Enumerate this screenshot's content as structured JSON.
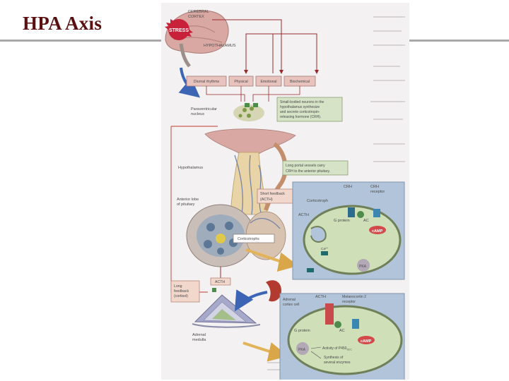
{
  "slide": {
    "title": "HPA Axis"
  },
  "figure": {
    "cortex_label_1": "CEREBRAL",
    "cortex_label_2": "CORTEX",
    "stress_label": "STRESS",
    "hypothalamus_top_label": "HYPOTHALAMUS",
    "inputs": [
      "Diurnal rhythms",
      "Physical",
      "Emotional",
      "Biochemical"
    ],
    "pvn_label_1": "Paraventricular",
    "pvn_label_2": "nucleus",
    "callout_crh_1": "Small-bodied neurons in the",
    "callout_crh_2": "hypothalamus synthesize",
    "callout_crh_3": "and secrete corticotropin-",
    "callout_crh_4": "releasing hormone (CRH).",
    "hypothalamus_label": "Hypothalamus",
    "callout_portal_1": "Long portal vessels carry",
    "callout_portal_2": "CRH to the anterior pituitary.",
    "short_feedback_1": "Short feedback",
    "short_feedback_2": "(ACTH)",
    "anterior_lobe_1": "Anterior lobe",
    "anterior_lobe_2": "of pituitary",
    "corticotrophs_label": "Corticotrophs",
    "acth_label": "ACTH",
    "long_feedback_1": "Long",
    "long_feedback_2": "feedback",
    "long_feedback_3": "(cortisol)",
    "adrenal_medulla_1": "Adrenal",
    "adrenal_medulla_2": "medulla",
    "cell1": {
      "crh": "CRH",
      "crh_receptor_1": "CRH",
      "crh_receptor_2": "receptor",
      "corticotroph": "Corticotroph",
      "acth": "ACTH",
      "g_protein": "G protein",
      "ac": "AC",
      "camp": "cAMP",
      "pka": "PKA",
      "ca": "Ca²⁺"
    },
    "cell2": {
      "adrenal_cortex_1": "Adrenal",
      "adrenal_cortex_2": "cortex cell",
      "acth": "ACTH",
      "mc2_1": "Melanocortin 2",
      "mc2_2": "receptor",
      "g_protein": "G protein",
      "ac": "AC",
      "camp": "cAMP",
      "pka": "PKA",
      "p450": "Activity of P450",
      "p450_sub": "SCC",
      "synthesis_1": "Synthesis of",
      "synthesis_2": "several enzymes"
    }
  }
}
